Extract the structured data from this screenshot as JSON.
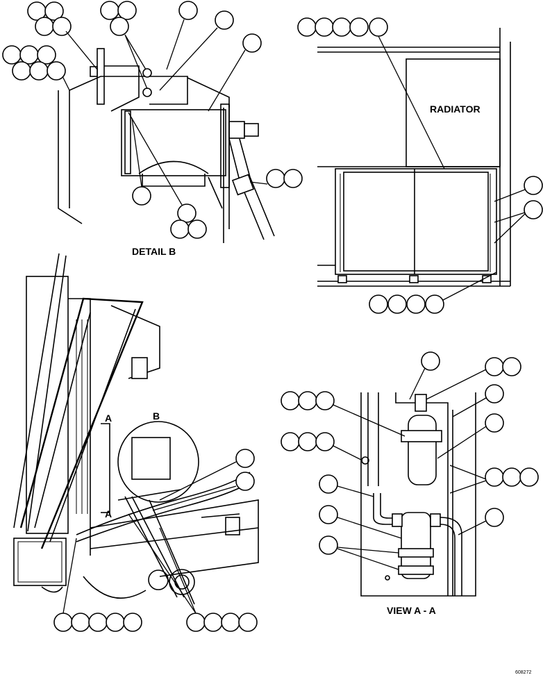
{
  "labels": {
    "detail_b": "DETAIL B",
    "radiator": "RADIATOR",
    "view_aa": "VIEW A - A",
    "section_a": "A",
    "detail_b_marker": "B",
    "drawing_number": "608272"
  },
  "colors": {
    "ink": "#000000",
    "paper": "#ffffff"
  }
}
